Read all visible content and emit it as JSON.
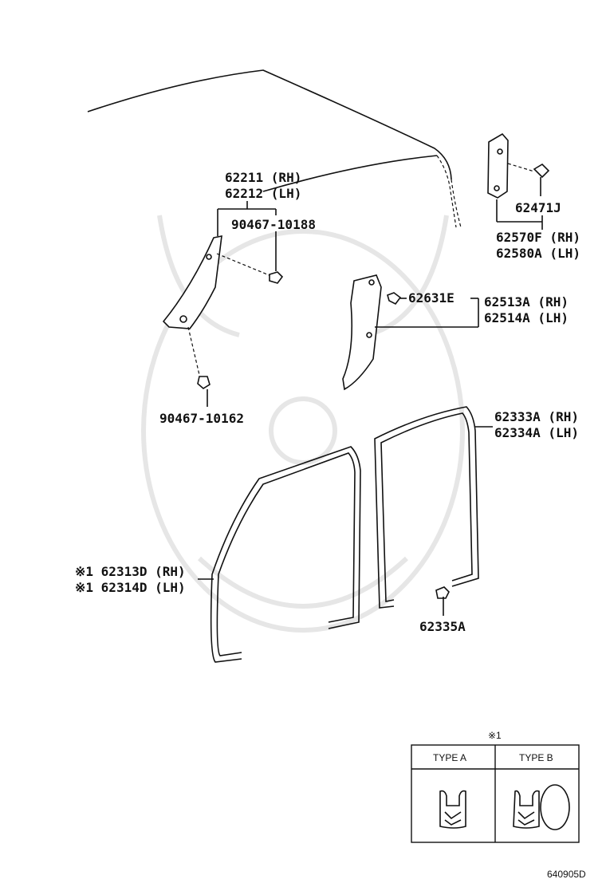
{
  "parts": {
    "pillar_front_rh": "62211 (RH)",
    "pillar_front_lh": "62212 (LH)",
    "clip_upper": "90467-10188",
    "clip_lower": "90467-10162",
    "clip_center": "62631E",
    "pillar_center_rh": "62513A (RH)",
    "pillar_center_lh": "62514A (LH)",
    "clip_rear": "62471J",
    "pillar_rear_rh": "62570F (RH)",
    "pillar_rear_lh": "62580A (LH)",
    "weatherstrip_rear_rh": "62333A (RH)",
    "weatherstrip_rear_lh": "62334A (LH)",
    "weatherstrip_front_rh": "※1 62313D (RH)",
    "weatherstrip_front_lh": "※1 62314D (LH)",
    "plug": "62335A"
  },
  "type_table": {
    "note": "※1",
    "col_a": "TYPE A",
    "col_b": "TYPE B"
  },
  "diagram_id": "640905D"
}
